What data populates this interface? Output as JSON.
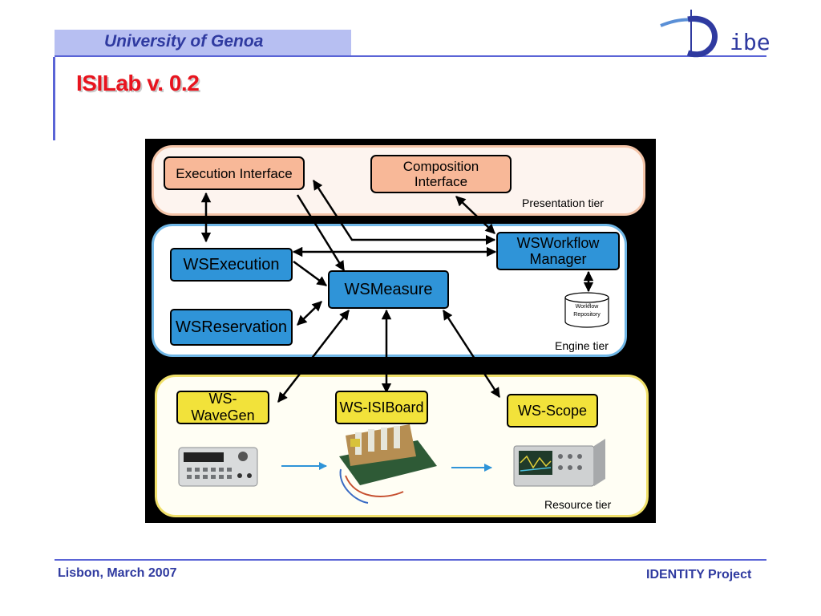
{
  "header": {
    "university": "University of Genoa",
    "logo_text": "ibe"
  },
  "slide": {
    "title": "ISILab v. 0.2"
  },
  "diagram": {
    "tiers": {
      "presentation": "Presentation tier",
      "engine": "Engine tier",
      "resource": "Resource tier"
    },
    "boxes": {
      "execution_interface": "Execution Interface",
      "composition_interface": "Composition Interface",
      "ws_workflow_manager": "WSWorkflow Manager",
      "ws_execution": "WSExecution",
      "ws_measure": "WSMeasure",
      "ws_reservation": "WSReservation",
      "ws_wavegen": "WS-WaveGen",
      "ws_isiboard": "WS-ISIBoard",
      "ws_scope": "WS-Scope"
    },
    "repository": {
      "line1": "Workflow",
      "line2": "Repository"
    },
    "colors": {
      "presentation_box": "#f8b898",
      "engine_box": "#2f94d8",
      "resource_box": "#f2e23a",
      "presentation_border": "#f4c4a8",
      "engine_border": "#6fb6e6",
      "resource_border": "#f0e06a"
    }
  },
  "footer": {
    "left": "Lisbon, March 2007",
    "right": "IDENTITY Project"
  }
}
